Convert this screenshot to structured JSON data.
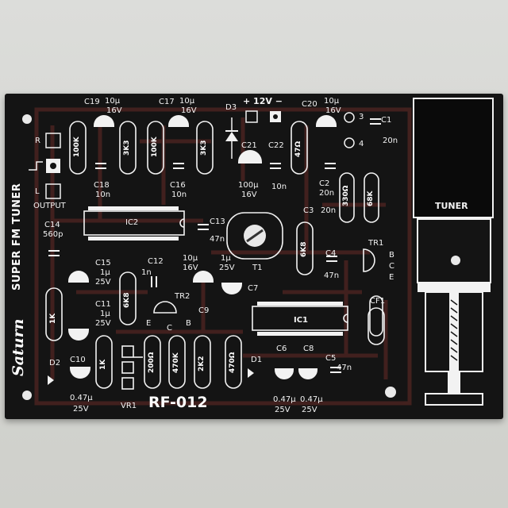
{
  "board": {
    "brand": "Saturn",
    "title": "SUPER FM TUNER",
    "model": "RF-012",
    "colors": {
      "board": "#141414",
      "silk": "#f2f2f2",
      "copper": "#5a2a22",
      "background": "#d9dad6"
    }
  },
  "labels": {
    "c19": "C19",
    "c19v": "10µ",
    "c19r": "16V",
    "c17": "C17",
    "c17v": "10µ",
    "c17r": "16V",
    "d3": "D3",
    "pwr": "+ 12V −",
    "c20": "C20",
    "c20v": "10µ",
    "c20r": "16V",
    "p3": "3",
    "p4": "4",
    "c1": "C1",
    "c1v": "20n",
    "r100k_a": "100K",
    "r3k3_a": "3K3",
    "r100k_b": "100K",
    "r3k3_b": "3K3",
    "c21": "C21",
    "c21v": "100µ",
    "c21r": "16V",
    "c22": "C22",
    "c22v": "10n",
    "r47": "47Ω",
    "c2": "C2",
    "c2v": "20n",
    "r330": "330Ω",
    "r68k": "68K",
    "c18": "C18",
    "c18v": "10n",
    "c16": "C16",
    "c16v": "10n",
    "outR": "R",
    "outL": "L",
    "output": "OUTPUT",
    "ic2": "IC2",
    "c13": "C13",
    "c13v": "47n",
    "c3": "C3",
    "c3v": "20n",
    "r6k8_a": "6K8",
    "t1": "T1",
    "c14": "C14",
    "c14v": "560p",
    "tr1": "TR1",
    "pinB": "B",
    "pinC": "C",
    "pinE": "E",
    "c4": "C4",
    "c4v": "47n",
    "c15": "C15",
    "c15v": "1µ",
    "c15r": "25V",
    "c12": "C12",
    "c12v": "1n",
    "c9v": "10µ",
    "c9r": "16V",
    "c9": "C9",
    "c7v": "1µ",
    "c7r": "25V",
    "c7": "C7",
    "c11": "C11",
    "c11v": "1µ",
    "c11r": "25V",
    "r6k8_b": "6K8",
    "tr2": "TR2",
    "tr2E": "E",
    "tr2C": "C",
    "tr2B": "B",
    "ic1": "IC1",
    "cf1": "CF1",
    "r1k_a": "1K",
    "r1k_b": "1K",
    "r200": "200Ω",
    "r470k": "470K",
    "r2k2": "2K2",
    "r470": "470Ω",
    "d2": "D2",
    "c10": "C10",
    "c10v": "0.47µ",
    "c10r": "25V",
    "vr1": "VR1",
    "d1": "D1",
    "c6": "C6",
    "c6v": "0.47µ",
    "c6r": "25V",
    "c8": "C8",
    "c8v": "0.47µ",
    "c8r": "25V",
    "c5": "C5",
    "c5v": "47n",
    "tuner": "TUNER",
    "cap_a": "+",
    "cap_b": "+"
  }
}
